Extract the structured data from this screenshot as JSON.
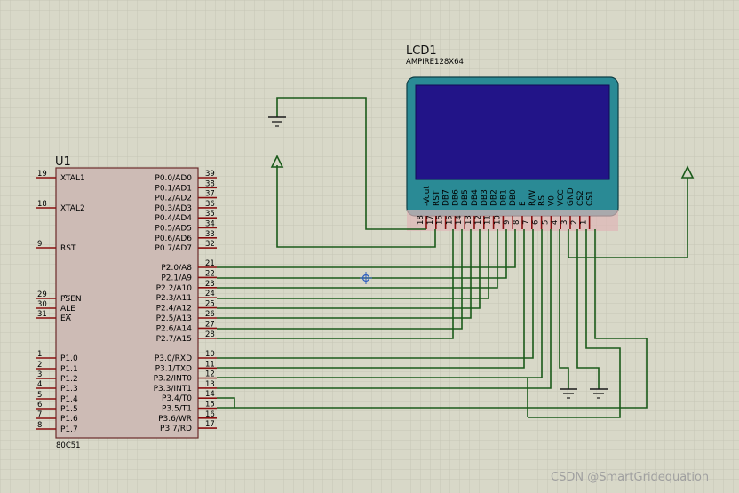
{
  "lcd": {
    "ref": "LCD1",
    "model": "AMPIRE128X64",
    "pins": [
      {
        "name": "-Vout",
        "num": "18"
      },
      {
        "name": "RST",
        "num": "17"
      },
      {
        "name": "DB7",
        "num": "16"
      },
      {
        "name": "DB6",
        "num": "15"
      },
      {
        "name": "DB5",
        "num": "14"
      },
      {
        "name": "DB4",
        "num": "13"
      },
      {
        "name": "DB3",
        "num": "12"
      },
      {
        "name": "DB2",
        "num": "11"
      },
      {
        "name": "DB1",
        "num": "10"
      },
      {
        "name": "DB0",
        "num": "9"
      },
      {
        "name": "E",
        "num": "8"
      },
      {
        "name": "R/W",
        "num": "7"
      },
      {
        "name": "RS",
        "num": "6"
      },
      {
        "name": "V0",
        "num": "5"
      },
      {
        "name": "VCC",
        "num": "4"
      },
      {
        "name": "GND",
        "num": "3"
      },
      {
        "name": "CS2",
        "num": "2"
      },
      {
        "name": "CS1",
        "num": "1"
      }
    ]
  },
  "mcu": {
    "ref": "U1",
    "part": "80C51",
    "left_pins": [
      {
        "name": "XTAL1",
        "num": "19"
      },
      {
        "name": "XTAL2",
        "num": "18"
      },
      {
        "name": "RST",
        "num": "9"
      },
      {
        "name": "PSEN",
        "num": "29"
      },
      {
        "name": "ALE",
        "num": "30"
      },
      {
        "name": "EA",
        "num": "31"
      },
      {
        "name": "P1.0",
        "num": "1"
      },
      {
        "name": "P1.1",
        "num": "2"
      },
      {
        "name": "P1.2",
        "num": "3"
      },
      {
        "name": "P1.3",
        "num": "4"
      },
      {
        "name": "P1.4",
        "num": "5"
      },
      {
        "name": "P1.5",
        "num": "6"
      },
      {
        "name": "P1.6",
        "num": "7"
      },
      {
        "name": "P1.7",
        "num": "8"
      }
    ],
    "right_pins": [
      {
        "name": "P0.0/AD0",
        "num": "39"
      },
      {
        "name": "P0.1/AD1",
        "num": "38"
      },
      {
        "name": "P0.2/AD2",
        "num": "37"
      },
      {
        "name": "P0.3/AD3",
        "num": "36"
      },
      {
        "name": "P0.4/AD4",
        "num": "35"
      },
      {
        "name": "P0.5/AD5",
        "num": "34"
      },
      {
        "name": "P0.6/AD6",
        "num": "33"
      },
      {
        "name": "P0.7/AD7",
        "num": "32"
      },
      {
        "name": "P2.0/A8",
        "num": "21"
      },
      {
        "name": "P2.1/A9",
        "num": "22"
      },
      {
        "name": "P2.2/A10",
        "num": "23"
      },
      {
        "name": "P2.3/A11",
        "num": "24"
      },
      {
        "name": "P2.4/A12",
        "num": "25"
      },
      {
        "name": "P2.5/A13",
        "num": "26"
      },
      {
        "name": "P2.6/A14",
        "num": "27"
      },
      {
        "name": "P2.7/A15",
        "num": "28"
      },
      {
        "name": "P3.0/RXD",
        "num": "10"
      },
      {
        "name": "P3.1/TXD",
        "num": "11"
      },
      {
        "name": "P3.2/INT0",
        "num": "12"
      },
      {
        "name": "P3.3/INT1",
        "num": "13"
      },
      {
        "name": "P3.4/T0",
        "num": "14"
      },
      {
        "name": "P3.5/T1",
        "num": "15"
      },
      {
        "name": "P3.6/WR",
        "num": "16"
      },
      {
        "name": "P3.7/RD",
        "num": "17"
      }
    ]
  },
  "watermark": "CSDN @SmartGridequation",
  "colors": {
    "background": "#d8d8c8",
    "grid": "#c4c4b4",
    "wire": "#1a5a1a",
    "pin": "#8a1010",
    "mcu_body": "#cdbbb5",
    "lcd_bezel": "#2a8a95",
    "lcd_screen": "#221488"
  },
  "icons": [
    "ground-symbol-icon",
    "power-terminal-icon",
    "cursor-crosshair-icon"
  ]
}
